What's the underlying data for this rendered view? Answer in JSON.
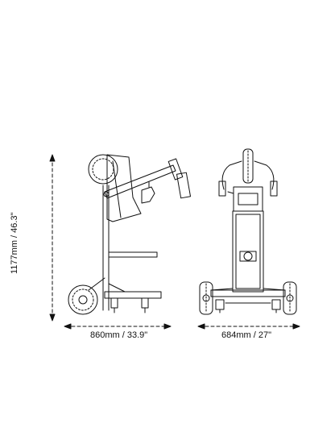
{
  "dimensions": {
    "height": "1177mm / 46.3\"",
    "width": "860mm / 33.9\"",
    "depth": "684mm / 27\""
  },
  "colors": {
    "line": "#111111",
    "background": "#ffffff"
  }
}
